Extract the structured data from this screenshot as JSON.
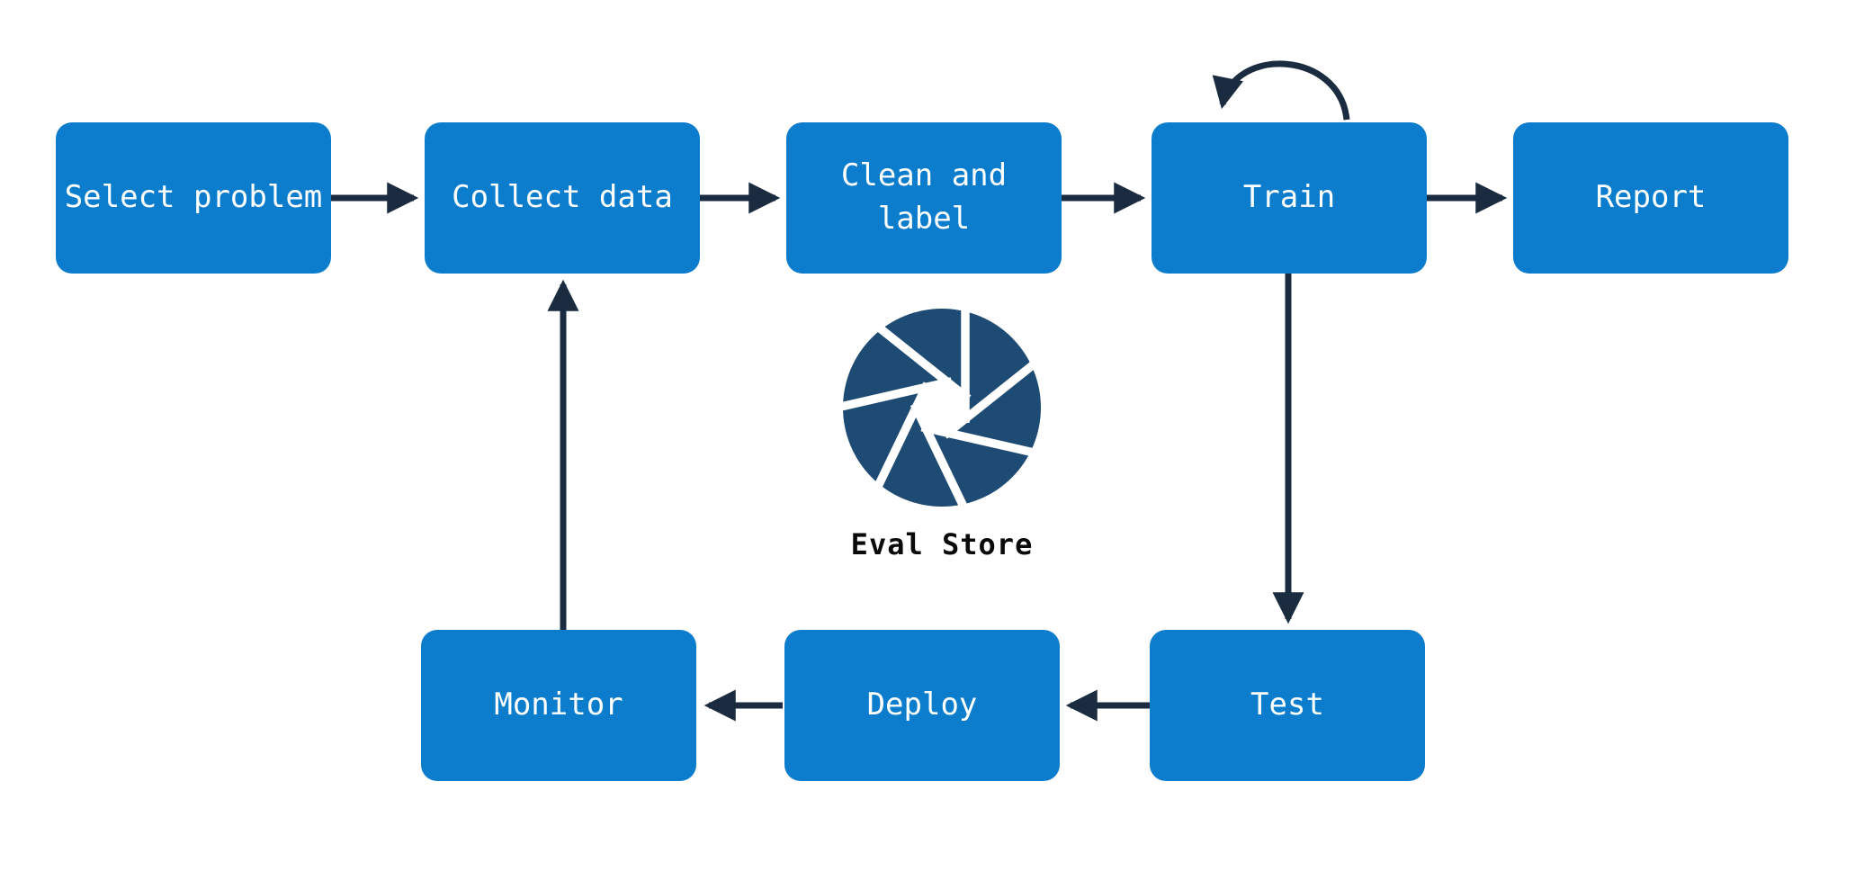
{
  "diagram": {
    "title": "ML lifecycle flowchart",
    "colors": {
      "node_fill": "#0c7dcc",
      "node_text": "#ffffff",
      "arrow": "#1b2b40",
      "logo": "#1d4b73",
      "logo_text": "#0a0a0a",
      "background": "#ffffff"
    },
    "nodes": [
      {
        "id": "select-problem",
        "label": "Select problem"
      },
      {
        "id": "collect-data",
        "label": "Collect data"
      },
      {
        "id": "clean-and-label",
        "label": "Clean and\nlabel"
      },
      {
        "id": "train",
        "label": "Train"
      },
      {
        "id": "report",
        "label": "Report"
      },
      {
        "id": "monitor",
        "label": "Monitor"
      },
      {
        "id": "deploy",
        "label": "Deploy"
      },
      {
        "id": "test",
        "label": "Test"
      }
    ],
    "edges": [
      {
        "from": "select-problem",
        "to": "collect-data",
        "type": "straight"
      },
      {
        "from": "collect-data",
        "to": "clean-and-label",
        "type": "straight"
      },
      {
        "from": "clean-and-label",
        "to": "train",
        "type": "straight"
      },
      {
        "from": "train",
        "to": "report",
        "type": "straight"
      },
      {
        "from": "train",
        "to": "train",
        "type": "self-loop"
      },
      {
        "from": "train",
        "to": "test",
        "type": "straight"
      },
      {
        "from": "test",
        "to": "deploy",
        "type": "straight"
      },
      {
        "from": "deploy",
        "to": "monitor",
        "type": "straight"
      },
      {
        "from": "monitor",
        "to": "collect-data",
        "type": "straight"
      }
    ],
    "logo": {
      "icon": "aperture-icon",
      "label": "Eval Store"
    }
  }
}
